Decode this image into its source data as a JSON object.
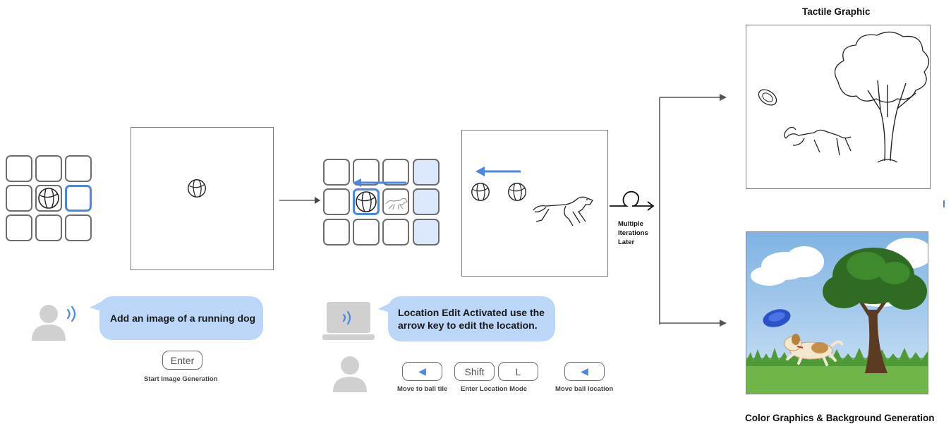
{
  "step1": {
    "prompt": "Add an image of a running dog",
    "key_label": "Enter",
    "key_caption": "Start Image Generation"
  },
  "step2": {
    "prompt": "Location Edit Activated use the arrow key to edit the location.",
    "keys": [
      {
        "label": "◀",
        "caption": "Move to ball tile"
      },
      {
        "label": "Shift",
        "caption": ""
      },
      {
        "label": "L",
        "caption": "Enter Location Mode"
      },
      {
        "label": "◀",
        "caption": "Move ball location"
      }
    ]
  },
  "loop": {
    "label_lines": [
      "Multiple",
      "Iterations",
      "Later"
    ]
  },
  "outputs": {
    "tactile_title": "Tactile Graphic",
    "color_title": "Color Graphics & Background Generation"
  },
  "colors": {
    "accent": "#4a86e8",
    "bubble": "#bcd6f7",
    "tile_highlight": "#dbe8fb"
  }
}
